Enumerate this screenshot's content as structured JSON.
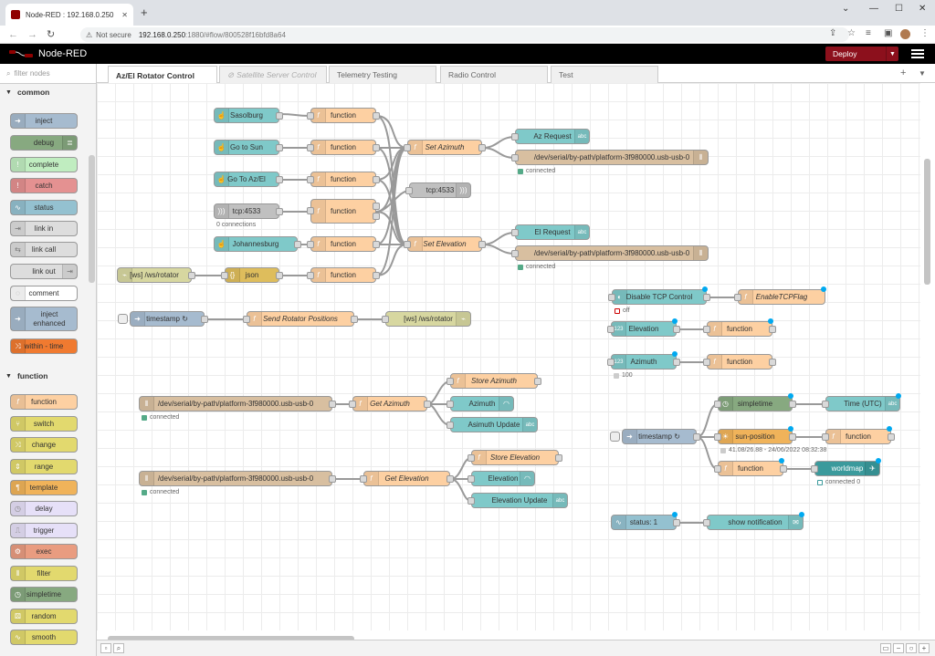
{
  "browser": {
    "tab_title": "Node-RED : 192.168.0.250",
    "new_tab": "+",
    "not_secure": "Not secure",
    "host": "192.168.0.250",
    "path": ":1880/#flow/800528f16bfd8a64"
  },
  "header": {
    "title": "Node-RED",
    "deploy_label": "Deploy"
  },
  "palette": {
    "filter_placeholder": "filter nodes",
    "categories": [
      {
        "label": "common"
      },
      {
        "label": "function"
      }
    ],
    "common": [
      "inject",
      "debug",
      "complete",
      "catch",
      "status",
      "link in",
      "link call",
      "link out",
      "comment",
      "inject enhanced",
      "within - time"
    ],
    "function": [
      "function",
      "switch",
      "change",
      "range",
      "template",
      "delay",
      "trigger",
      "exec",
      "filter",
      "simpletime",
      "random",
      "smooth"
    ]
  },
  "tabs": [
    {
      "label": "Az/El Rotator Control"
    },
    {
      "label": "Satellite Server Control"
    },
    {
      "label": "Telemetry Testing"
    },
    {
      "label": "Radio Control"
    },
    {
      "label": "Test"
    }
  ],
  "nodes": {
    "sasolburg": "Sasolburg",
    "go_to_sun": "Go to Sun",
    "go_to_azel": "Go To Az/El",
    "tcp_in": "tcp:4533",
    "tcp_in_status": "0 connections",
    "johannesburg": "Johannesburg",
    "ws_in": "[ws] /ws/rotator",
    "json": "json",
    "func1": "function",
    "func2": "function",
    "func3": "function",
    "func4": "function",
    "func5": "function",
    "func6": "function",
    "set_azimuth": "Set Azimuth",
    "set_elevation": "Set Elevation",
    "tcp_out": "tcp:4533",
    "az_request": "Az Request",
    "el_request": "El Request",
    "serial_out_1": "/dev/serial/by-path/platform-3f980000.usb-usb-0",
    "serial_out_1_status": "connected",
    "serial_out_2": "/dev/serial/by-path/platform-3f980000.usb-usb-0",
    "serial_out_2_status": "connected",
    "timestamp1": "timestamp ↻",
    "send_rotator": "Send Rotator Positions",
    "ws_out": "[ws] /ws/rotator",
    "disable_tcp": "Disable TCP Control",
    "disable_tcp_status": "off",
    "enable_tcp_flag": "EnableTCPFlag",
    "elevation": "Elevation",
    "elev_func": "function",
    "azimuth": "Azimuth",
    "azim_func": "function",
    "azimuth_status": "100",
    "serial_in_1": "/dev/serial/by-path/platform-3f980000.usb-usb-0",
    "serial_in_1_status": "connected",
    "get_azimuth": "Get Azimuth",
    "store_azimuth": "Store Azimuth",
    "azimuth_gauge": "Azimuth",
    "asimuth_update": "Asimuth Update",
    "serial_in_2": "/dev/serial/by-path/platform-3f980000.usb-usb-0",
    "serial_in_2_status": "connected",
    "get_elevation": "Get Elevation",
    "store_elevation": "Store Elevation",
    "elevation_gauge": "Elevation",
    "elevation_update": "Elevation Update",
    "timestamp2": "timestamp ↻",
    "simpletime": "simpletime",
    "time_utc": "Time (UTC)",
    "sun_position": "sun-position",
    "sun_status": "41.08/26.88 - 24/06/2022 08:32:38",
    "sun_func": "function",
    "map_func": "function",
    "worldmap": "worldmap",
    "worldmap_status": "connected 0",
    "status1": "status: 1",
    "show_notification": "show notification"
  },
  "colors": {
    "inject": "#a6bbcf",
    "function": "#fdd0a2",
    "debug": "#87a980",
    "serial": "#d8bfa0",
    "ui": "#7fc9c9",
    "tcp": "#c0c0c0",
    "json": "#debd5c",
    "ws": "#d7d7a0",
    "simpletime": "#87a980",
    "sun": "#f0b35a",
    "worldmap": "#3b9a9c",
    "deploy": "#8c101c"
  }
}
